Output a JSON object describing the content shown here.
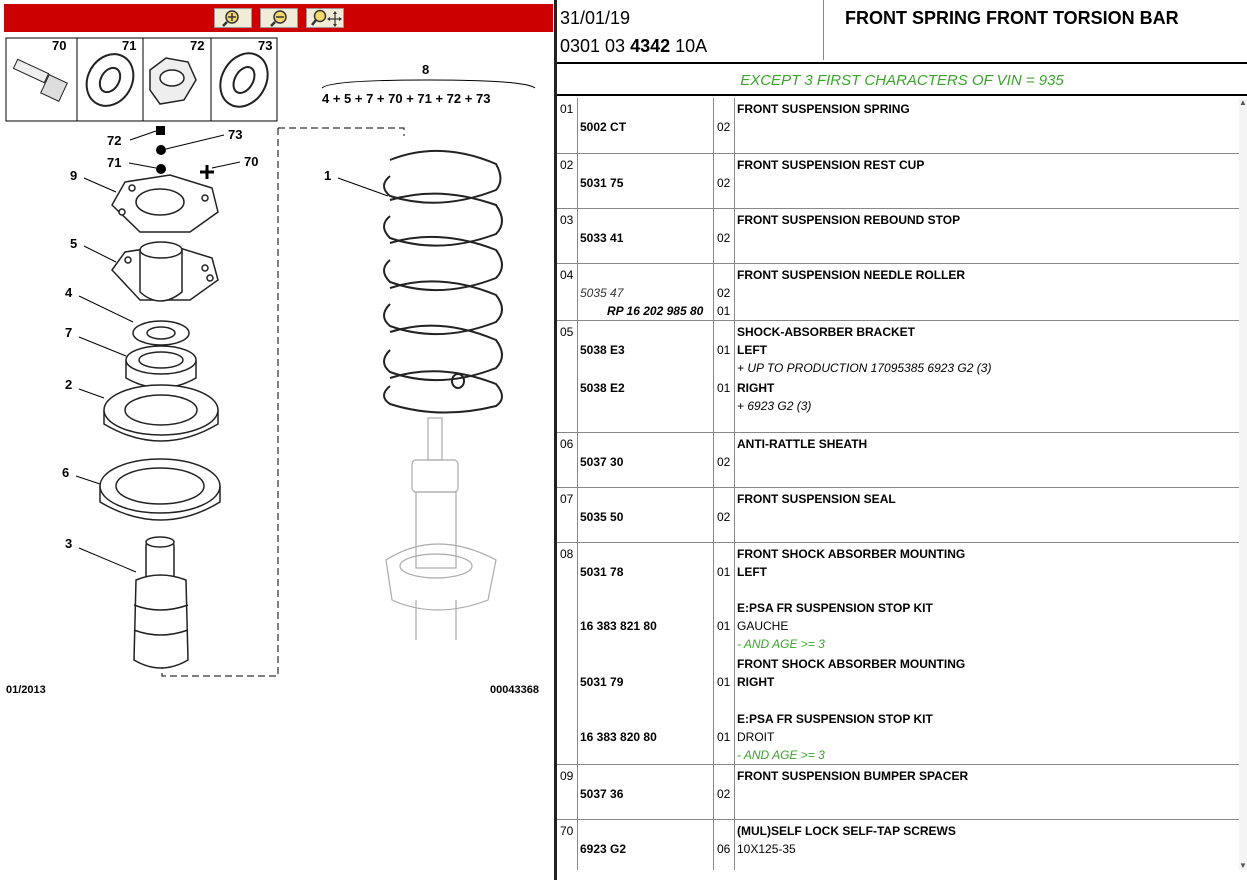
{
  "toolbar": {
    "buttons": [
      {
        "name": "zoom-in",
        "icon": "zoom-in-icon"
      },
      {
        "name": "zoom-out",
        "icon": "zoom-out-icon"
      },
      {
        "name": "zoom-pan",
        "icon": "zoom-pan-icon"
      }
    ],
    "color": "#cc0000"
  },
  "diagram": {
    "small_parts": [
      "70",
      "71",
      "72",
      "73"
    ],
    "group_label": "8",
    "group_formula": "4 + 5 + 7 + 70 + 71 + 72 + 73",
    "callouts": [
      "72",
      "73",
      "71",
      "70",
      "9",
      "5",
      "4",
      "7",
      "2",
      "6",
      "3",
      "1"
    ],
    "date": "01/2013",
    "code": "00043368"
  },
  "header": {
    "date": "31/01/19",
    "code_prefix": "0301 03 ",
    "code_bold": "4342",
    "code_suffix": " 10A",
    "title": "FRONT SPRING FRONT TORSION BAR",
    "note": "EXCEPT 3 FIRST CHARACTERS OF VIN = 935",
    "note_color": "#3aa52a"
  },
  "rows": [
    {
      "num": "01",
      "refs": [
        "5002 CT"
      ],
      "qtys": [
        "02"
      ],
      "lines": [
        "FRONT SUSPENSION SPRING"
      ]
    },
    {
      "num": "02",
      "refs": [
        "5031 75"
      ],
      "qtys": [
        "02"
      ],
      "lines": [
        "FRONT SUSPENSION REST CUP"
      ]
    },
    {
      "num": "03",
      "refs": [
        "5033 41"
      ],
      "qtys": [
        "02"
      ],
      "lines": [
        "FRONT SUSPENSION REBOUND STOP"
      ]
    },
    {
      "num": "04",
      "refs": [
        "5035 47",
        "RP 16 202 985 80"
      ],
      "qtys": [
        "02",
        "01"
      ],
      "lines": [
        "FRONT SUSPENSION NEEDLE ROLLER"
      ]
    },
    {
      "num": "05",
      "refs": [
        "5038 E3",
        "5038 E2"
      ],
      "qtys": [
        "01",
        "01"
      ],
      "lines": [
        "SHOCK-ABSORBER BRACKET",
        "LEFT",
        "+ UP TO PRODUCTION 17095385 6923 G2 (3)",
        "RIGHT",
        "+ 6923 G2 (3)"
      ]
    },
    {
      "num": "06",
      "refs": [
        "5037 30"
      ],
      "qtys": [
        "02"
      ],
      "lines": [
        "ANTI-RATTLE SHEATH"
      ]
    },
    {
      "num": "07",
      "refs": [
        "5035 50"
      ],
      "qtys": [
        "02"
      ],
      "lines": [
        "FRONT SUSPENSION SEAL"
      ]
    },
    {
      "num": "08",
      "refs": [
        "5031 78",
        "16 383 821 80",
        "5031 79",
        "16 383 820 80"
      ],
      "qtys": [
        "01",
        "01",
        "01",
        "01"
      ],
      "lines": [
        "FRONT SHOCK ABSORBER MOUNTING",
        "LEFT",
        "E:PSA FR SUSPENSION STOP KIT",
        "GAUCHE",
        "- AND AGE >= 3",
        "FRONT SHOCK ABSORBER MOUNTING",
        "RIGHT",
        "E:PSA FR SUSPENSION STOP KIT",
        "DROIT",
        "- AND AGE >= 3"
      ]
    },
    {
      "num": "09",
      "refs": [
        "5037 36"
      ],
      "qtys": [
        "02"
      ],
      "lines": [
        "FRONT SUSPENSION BUMPER SPACER"
      ]
    },
    {
      "num": "70",
      "refs": [
        "6923 G2"
      ],
      "qtys": [
        "06"
      ],
      "lines": [
        "(MUL)SELF LOCK SELF-TAP SCREWS",
        "10X125-35"
      ]
    }
  ]
}
